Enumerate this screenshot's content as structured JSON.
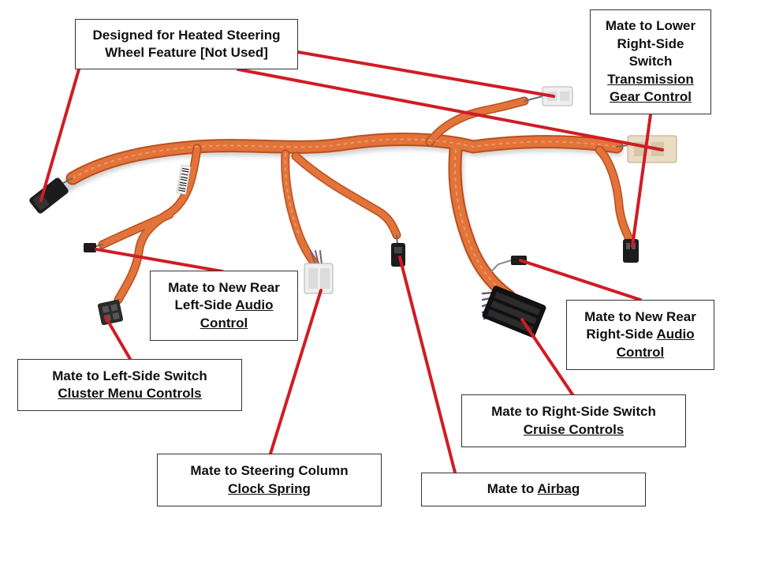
{
  "colors": {
    "harness": "#e2733a",
    "harness_dark": "#b8501e",
    "leader": "#d01c24",
    "connector_black": "#1c1c1c",
    "connector_white": "#efefef",
    "connector_tan": "#e9dcc3"
  },
  "labels": {
    "heated": {
      "line1": "Designed for Heated Steering",
      "line2": "Wheel Feature  [Not Used]"
    },
    "lower_right": {
      "line1": "Mate to Lower",
      "line2": "Right-Side",
      "line3": "Switch",
      "line4": "Transmission",
      "line5": "Gear Control"
    },
    "rear_left": {
      "line1": "Mate to New Rear",
      "line2_pre": "Left-Side ",
      "line2_u": "Audio",
      "line3": "Control"
    },
    "left_switch": {
      "line1": "Mate to Left-Side Switch",
      "line2": "Cluster Menu Controls"
    },
    "clock_spring": {
      "line1": "Mate to Steering Column",
      "line2": "Clock Spring"
    },
    "airbag": {
      "pre": "Mate to ",
      "u": "Airbag"
    },
    "cruise": {
      "line1": "Mate to Right-Side Switch",
      "line2": "Cruise Controls"
    },
    "rear_right": {
      "line1": "Mate to New Rear",
      "line2_pre": "Right-Side ",
      "line2_u": "Audio",
      "line3": "Control"
    }
  }
}
